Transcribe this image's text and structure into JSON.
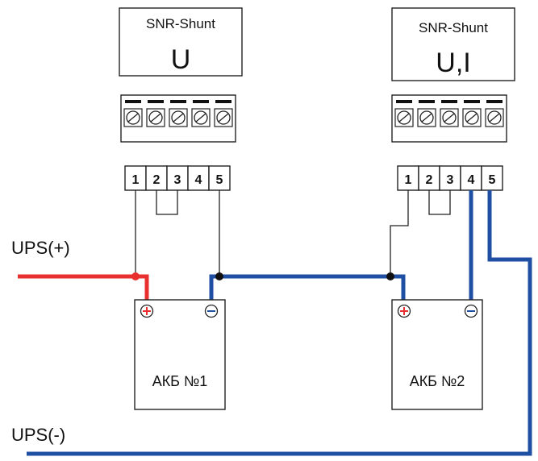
{
  "shunts": [
    {
      "name": "SNR-Shunt",
      "mode": "U",
      "terminals": [
        "1",
        "2",
        "3",
        "4",
        "5"
      ]
    },
    {
      "name": "SNR-Shunt",
      "mode": "U,I",
      "terminals": [
        "1",
        "2",
        "3",
        "4",
        "5"
      ]
    }
  ],
  "batteries": [
    {
      "label": "АКБ №1",
      "plus": "+",
      "minus": "−"
    },
    {
      "label": "АКБ №2",
      "plus": "+",
      "minus": "−"
    }
  ],
  "ups": {
    "plus_label": "UPS(+)",
    "minus_label": "UPS(-)"
  },
  "colors": {
    "positive_wire": "#e8312f",
    "negative_wire": "#1f4fa3",
    "signal_wire": "#222222"
  }
}
